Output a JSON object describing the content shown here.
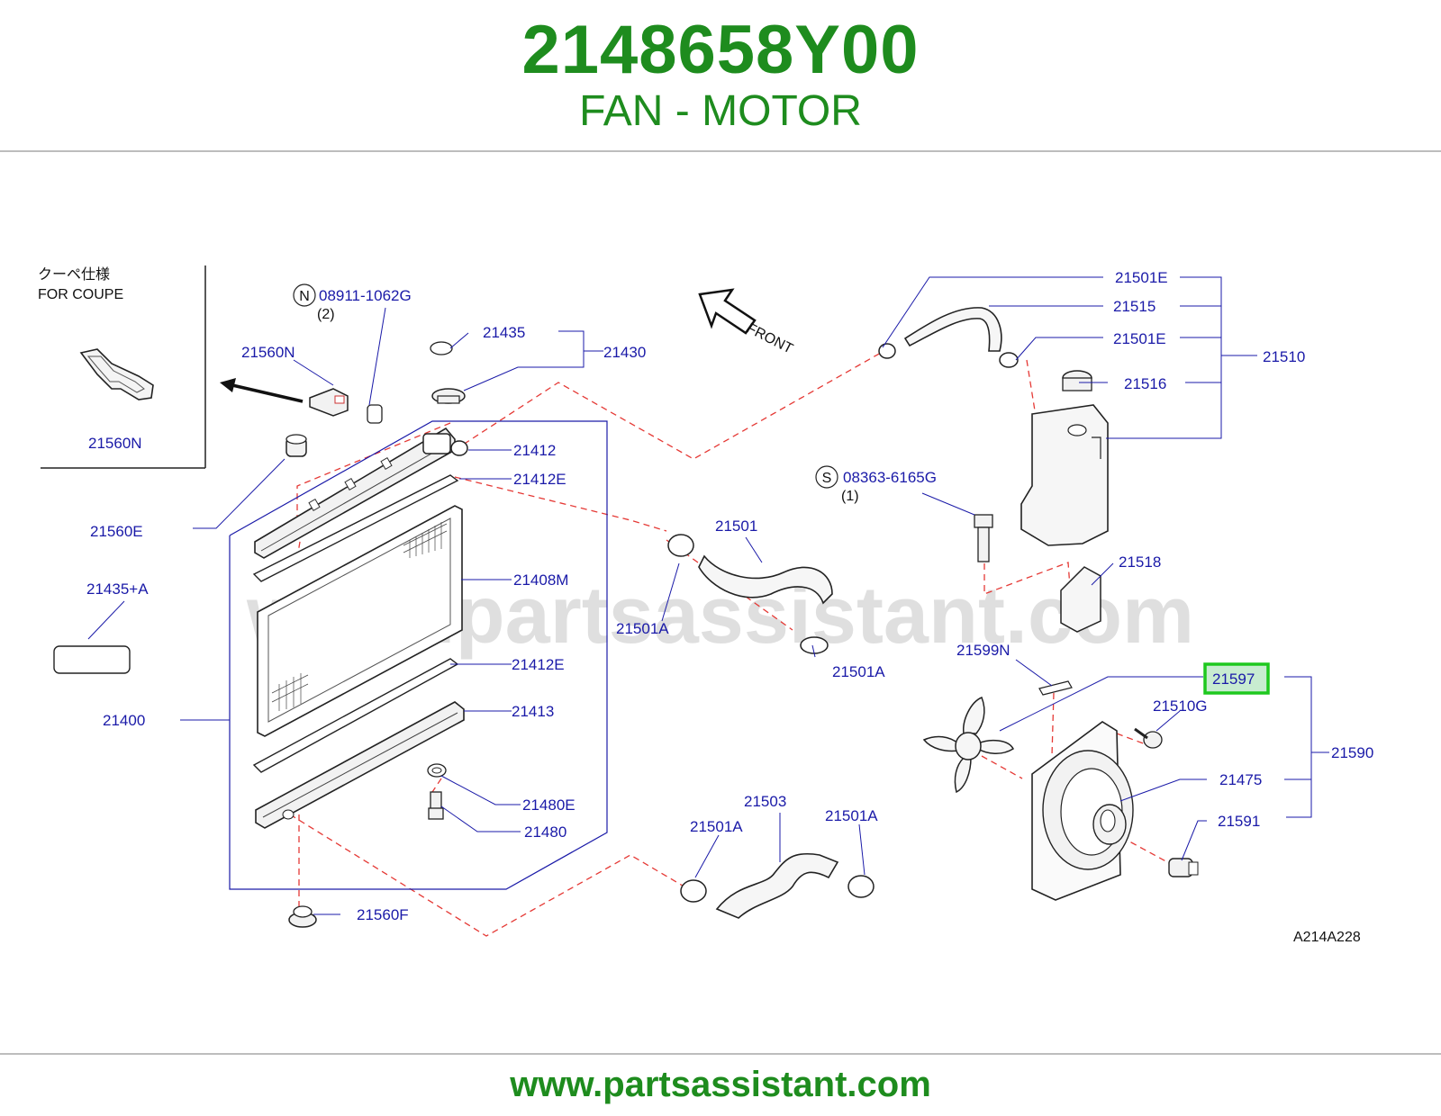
{
  "header": {
    "part_number": "2148658Y00",
    "part_name": "FAN - MOTOR"
  },
  "footer": {
    "url": "www.partsassistant.com"
  },
  "diagram": {
    "watermark": "www.partsassistant.com",
    "inset": {
      "japanese_caption": "クーペ仕様",
      "caption": "FOR  COUPE",
      "part_label": "21560N"
    },
    "front_indicator": "FRONT",
    "figure_code": "A214A228",
    "highlighted_label": "21597",
    "accent_color": "#1e8c1e",
    "label_color": "#1a1aa8",
    "leader_dash_color": "#e53935",
    "callouts": {
      "n_symbol": "N",
      "n_part": "08911-1062G",
      "n_qty": "(2)",
      "s_symbol": "S",
      "s_part": "08363-6165G",
      "s_qty": "(1)"
    },
    "labels": {
      "l21560N": "21560N",
      "l21435": "21435",
      "l21430": "21430",
      "l21412": "21412",
      "l21412E_top": "21412E",
      "l21560E": "21560E",
      "l21435A": "21435+A",
      "l21408M": "21408M",
      "l21412E_bot": "21412E",
      "l21400": "21400",
      "l21413": "21413",
      "l21480E": "21480E",
      "l21480": "21480",
      "l21560F": "21560F",
      "l21501E_top": "21501E",
      "l21515": "21515",
      "l21501E_mid": "21501E",
      "l21510": "21510",
      "l21516": "21516",
      "l21501": "21501",
      "l21501A_left": "21501A",
      "l21501A_right": "21501A",
      "l21518": "21518",
      "l21599N": "21599N",
      "l21597": "21597",
      "l21510G": "21510G",
      "l21590": "21590",
      "l21475": "21475",
      "l21591": "21591",
      "l21503": "21503",
      "l21501A_bl": "21501A",
      "l21501A_br": "21501A"
    }
  }
}
